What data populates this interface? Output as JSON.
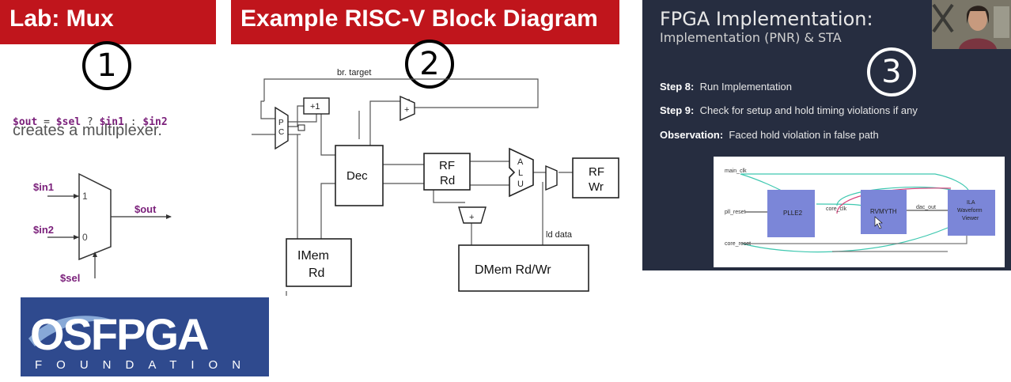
{
  "panel1": {
    "title": "Lab: Mux",
    "number": "1",
    "code": {
      "out": "$out",
      "eq": " = ",
      "sel": "$sel",
      "q": " ? ",
      "in1": "$in1",
      "colon": " : ",
      "in2": "$in2"
    },
    "description": "creates a multiplexer.",
    "mux": {
      "in1_label": "$in1",
      "in2_label": "$in2",
      "out_label": "$out",
      "sel_label": "$sel",
      "port1": "1",
      "port0": "0"
    }
  },
  "panel2": {
    "title": "Example RISC-V Block Diagram",
    "number": "2",
    "labels": {
      "br_target": "br. target",
      "plus_one": "+1",
      "pc_p": "P",
      "pc_c": "C",
      "dec": "Dec",
      "rf_rd_1": "RF",
      "rf_rd_2": "Rd",
      "alu_a": "A",
      "alu_l": "L",
      "alu_u": "U",
      "rf_wr_1": "RF",
      "rf_wr_2": "Wr",
      "plus": "+",
      "plus2": "+",
      "ld_data": "ld data",
      "imem_1": "IMem",
      "imem_2": "Rd",
      "dmem": "DMem Rd/Wr"
    }
  },
  "panel3": {
    "title": "FPGA Implementation:",
    "subtitle": "Implementation (PNR) & STA",
    "number": "3",
    "steps": [
      {
        "label": "Step 8:",
        "text": "Run Implementation"
      },
      {
        "label": "Step 9:",
        "text": "Check for setup and hold timing violations if any"
      },
      {
        "label": "Observation:",
        "text": "Faced hold violation in false path"
      }
    ],
    "diagram": {
      "main_clk": "main_clk",
      "pll_reset": "pll_reset",
      "core_reset": "core_reset",
      "plle2": "PLLE2",
      "core_clk": "core_clk",
      "rvmyth": "RVMYTH",
      "dac_out": "dac_out",
      "ila_1": "ILA",
      "ila_2": "Waveform",
      "ila_3": "Viewer"
    }
  },
  "logo": {
    "word": "OSFPGA",
    "sub": "FOUNDATION"
  },
  "colors": {
    "banner": "#c0151c",
    "code_var": "#7a1f7a",
    "dark_panel": "#262d40",
    "block_fill": "#7b86d8",
    "wire_teal": "#3fc8b0",
    "wire_pink": "#d8407a",
    "logo_bg": "#2f4a8e"
  }
}
